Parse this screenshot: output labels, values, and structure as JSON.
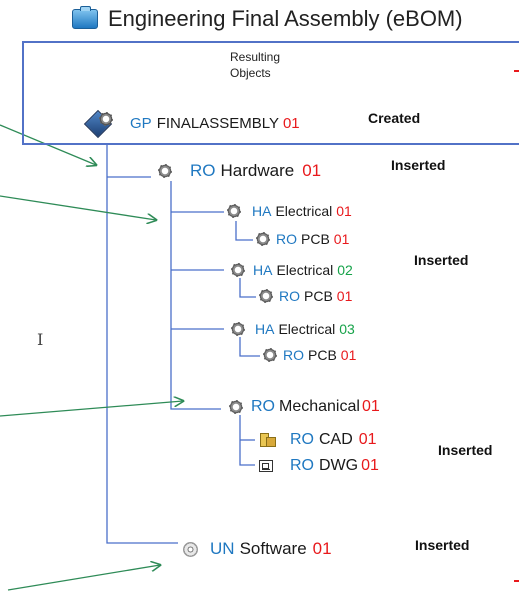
{
  "title": "Engineering Final Assembly (eBOM)",
  "header": {
    "column_label_1": "Resulting",
    "column_label_2": "Objects",
    "marker": "-"
  },
  "nodes": {
    "root": {
      "prefix": "GP",
      "name": "FINALASSEMBLY",
      "rev": "01",
      "status": "Created"
    },
    "hardware": {
      "prefix": "RO",
      "name": "Hardware",
      "rev": "01",
      "status": "Inserted"
    },
    "electrical1": {
      "prefix": "HA",
      "name": "Electrical",
      "rev": "01"
    },
    "pcb1": {
      "prefix": "RO",
      "name": "PCB",
      "rev": "01"
    },
    "electrical2": {
      "prefix": "HA",
      "name": "Electrical",
      "rev": "02",
      "status": "Inserted"
    },
    "pcb2": {
      "prefix": "RO",
      "name": "PCB",
      "rev": "01"
    },
    "electrical3": {
      "prefix": "HA",
      "name": "Electrical",
      "rev": "03"
    },
    "pcb3": {
      "prefix": "RO",
      "name": "PCB",
      "rev": "01"
    },
    "mechanical": {
      "prefix": "RO",
      "name": "Mechanical",
      "rev": "01"
    },
    "cad": {
      "prefix": "RO",
      "name": "CAD",
      "rev": "01",
      "status": "Inserted"
    },
    "dwg": {
      "prefix": "RO",
      "name": "DWG",
      "rev": "01"
    },
    "software": {
      "prefix": "UN",
      "name": "Software",
      "rev": "01",
      "status": "Inserted"
    }
  },
  "colors": {
    "prefix": "#1f78c1",
    "rev": "#e8191c",
    "rev_green": "#17a34a",
    "tree_line": "#4a6fc9",
    "arrow": "#2e8b57",
    "frame": "#5272c7"
  },
  "icons": {
    "title": "briefcase-icon",
    "root": "assembly-icon",
    "item": "gear-icon",
    "software": "cd-icon",
    "cad": "cad-part-icon",
    "dwg": "drawing-icon"
  }
}
